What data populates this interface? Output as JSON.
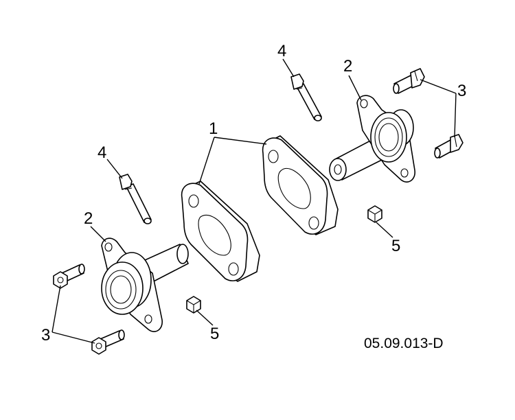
{
  "callouts": [
    {
      "id": "c1",
      "text": "1"
    },
    {
      "id": "c2a",
      "text": "2"
    },
    {
      "id": "c2b",
      "text": "2"
    },
    {
      "id": "c3a",
      "text": "3"
    },
    {
      "id": "c3b",
      "text": "3"
    },
    {
      "id": "c4a",
      "text": "4"
    },
    {
      "id": "c4b",
      "text": "4"
    },
    {
      "id": "c5a",
      "text": "5"
    },
    {
      "id": "c5b",
      "text": "5"
    }
  ],
  "reference_code": "05.09.013-D"
}
